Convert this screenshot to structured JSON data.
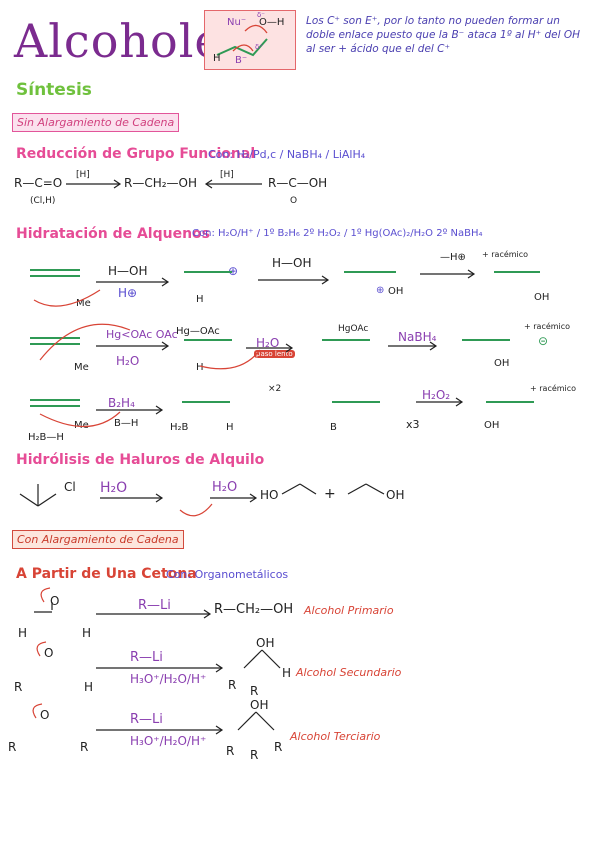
{
  "title": "Alcoholes",
  "mechanism_box": {
    "nu": "Nu⁻",
    "o_h": "O—H",
    "delta_plus": "δ⁺",
    "delta_minus_o": "δ⁻",
    "h_left": "H",
    "b_minus": "B⁻"
  },
  "note": "Los C⁺ son E⁺, por lo tanto no pueden formar un doble enlace puesto que la B⁻ ataca 1º al H⁺ del OH al ser + ácido que el del C⁺",
  "sintesis": "Síntesis",
  "section1": {
    "box_label": "Sin Alargamiento de Cadena",
    "reduccion": {
      "heading": "Reducción de Grupo Funcional",
      "conditions": "Con: H₂/Pd,c / NaBH₄ / LiAlH₄",
      "left": "R—C=O",
      "left_sub": "(Cl,H)",
      "arrow1": "[H]",
      "middle": "R—CH₂—OH",
      "arrow2": "[H]",
      "right": "R—C—OH",
      "right_sub": "O"
    },
    "hidratacion": {
      "heading": "Hidratación de Alquenos",
      "conditions": "Con: H₂O/H⁺ / 1º B₂H₆ 2º H₂O₂ / 1º Hg(OAc)₂/H₂O 2º NaBH₄",
      "row1": {
        "reagent_top": "H—OH",
        "reagent_bottom": "H⊕",
        "reagent2": "H—OH",
        "arrow3": "—H⊕",
        "racemico": "+ racémico",
        "plus_sign": "⊕",
        "oh_plus": "OH",
        "h_plus": "⊕",
        "oh_final": "OH",
        "me": "Me",
        "h": "H"
      },
      "row2": {
        "reagent_top": "Hg<OAc OAc",
        "reagent_bottom": "H₂O",
        "hg_oac": "Hg—OAc",
        "h2o": "H₂O",
        "paso_lento": "paso lento",
        "hgoac_product": "HgOAc",
        "nabh4": "NaBH₄",
        "oh": "OH",
        "racemico": "+ racémico",
        "minus": "⊝",
        "me": "Me",
        "h": "H"
      },
      "row3": {
        "reagent": "B₂H₄",
        "h2b_h": "H₂B—H",
        "b_h": "B—H",
        "h2b": "H₂B",
        "x2": "×2",
        "b": "B",
        "x3": "x3",
        "h2o2": "H₂O₂",
        "oh": "OH",
        "racemico": "+ racémico",
        "me": "Me",
        "h": "H"
      }
    },
    "hidrolisis": {
      "heading": "Hidrólisis de Haluros de Alquilo",
      "cl": "Cl",
      "reagent": "H₂O",
      "reagent2": "H₂O",
      "product1": "HO",
      "plus": "+",
      "product2": "OH"
    }
  },
  "section2": {
    "box_label": "Con Alargamiento de Cadena",
    "cetona": {
      "heading": "A Partir de Una Cetona",
      "conditions": "Con: Organometálicos",
      "row1": {
        "reagent": "R—Li",
        "product": "R—CH₂—OH",
        "label": "Alcohol Primario",
        "h1": "H",
        "h2": "H",
        "o": "O"
      },
      "row2": {
        "reagent": "R—Li",
        "workup": "H₃O⁺/H₂O/H⁺",
        "label": "Alcohol Secundario",
        "oh": "OH",
        "r1": "R",
        "h": "H",
        "o": "O",
        "r_prod1": "R",
        "r_prod2": "R",
        "h_prod": "H"
      },
      "row3": {
        "reagent": "R—Li",
        "workup": "H₃O⁺/H₂O/H⁺",
        "label": "Alcohol Terciario",
        "oh": "OH",
        "r1": "R",
        "r2": "R",
        "o": "O",
        "r_prod1": "R",
        "r_prod2": "R",
        "r_prod3": "R"
      }
    }
  },
  "colors": {
    "title": "#7b2b8f",
    "green": "#2f9a55",
    "pink": "#e64c96",
    "purple": "#8a3fb0",
    "red": "#d84436",
    "blue": "#5a4ed0"
  }
}
